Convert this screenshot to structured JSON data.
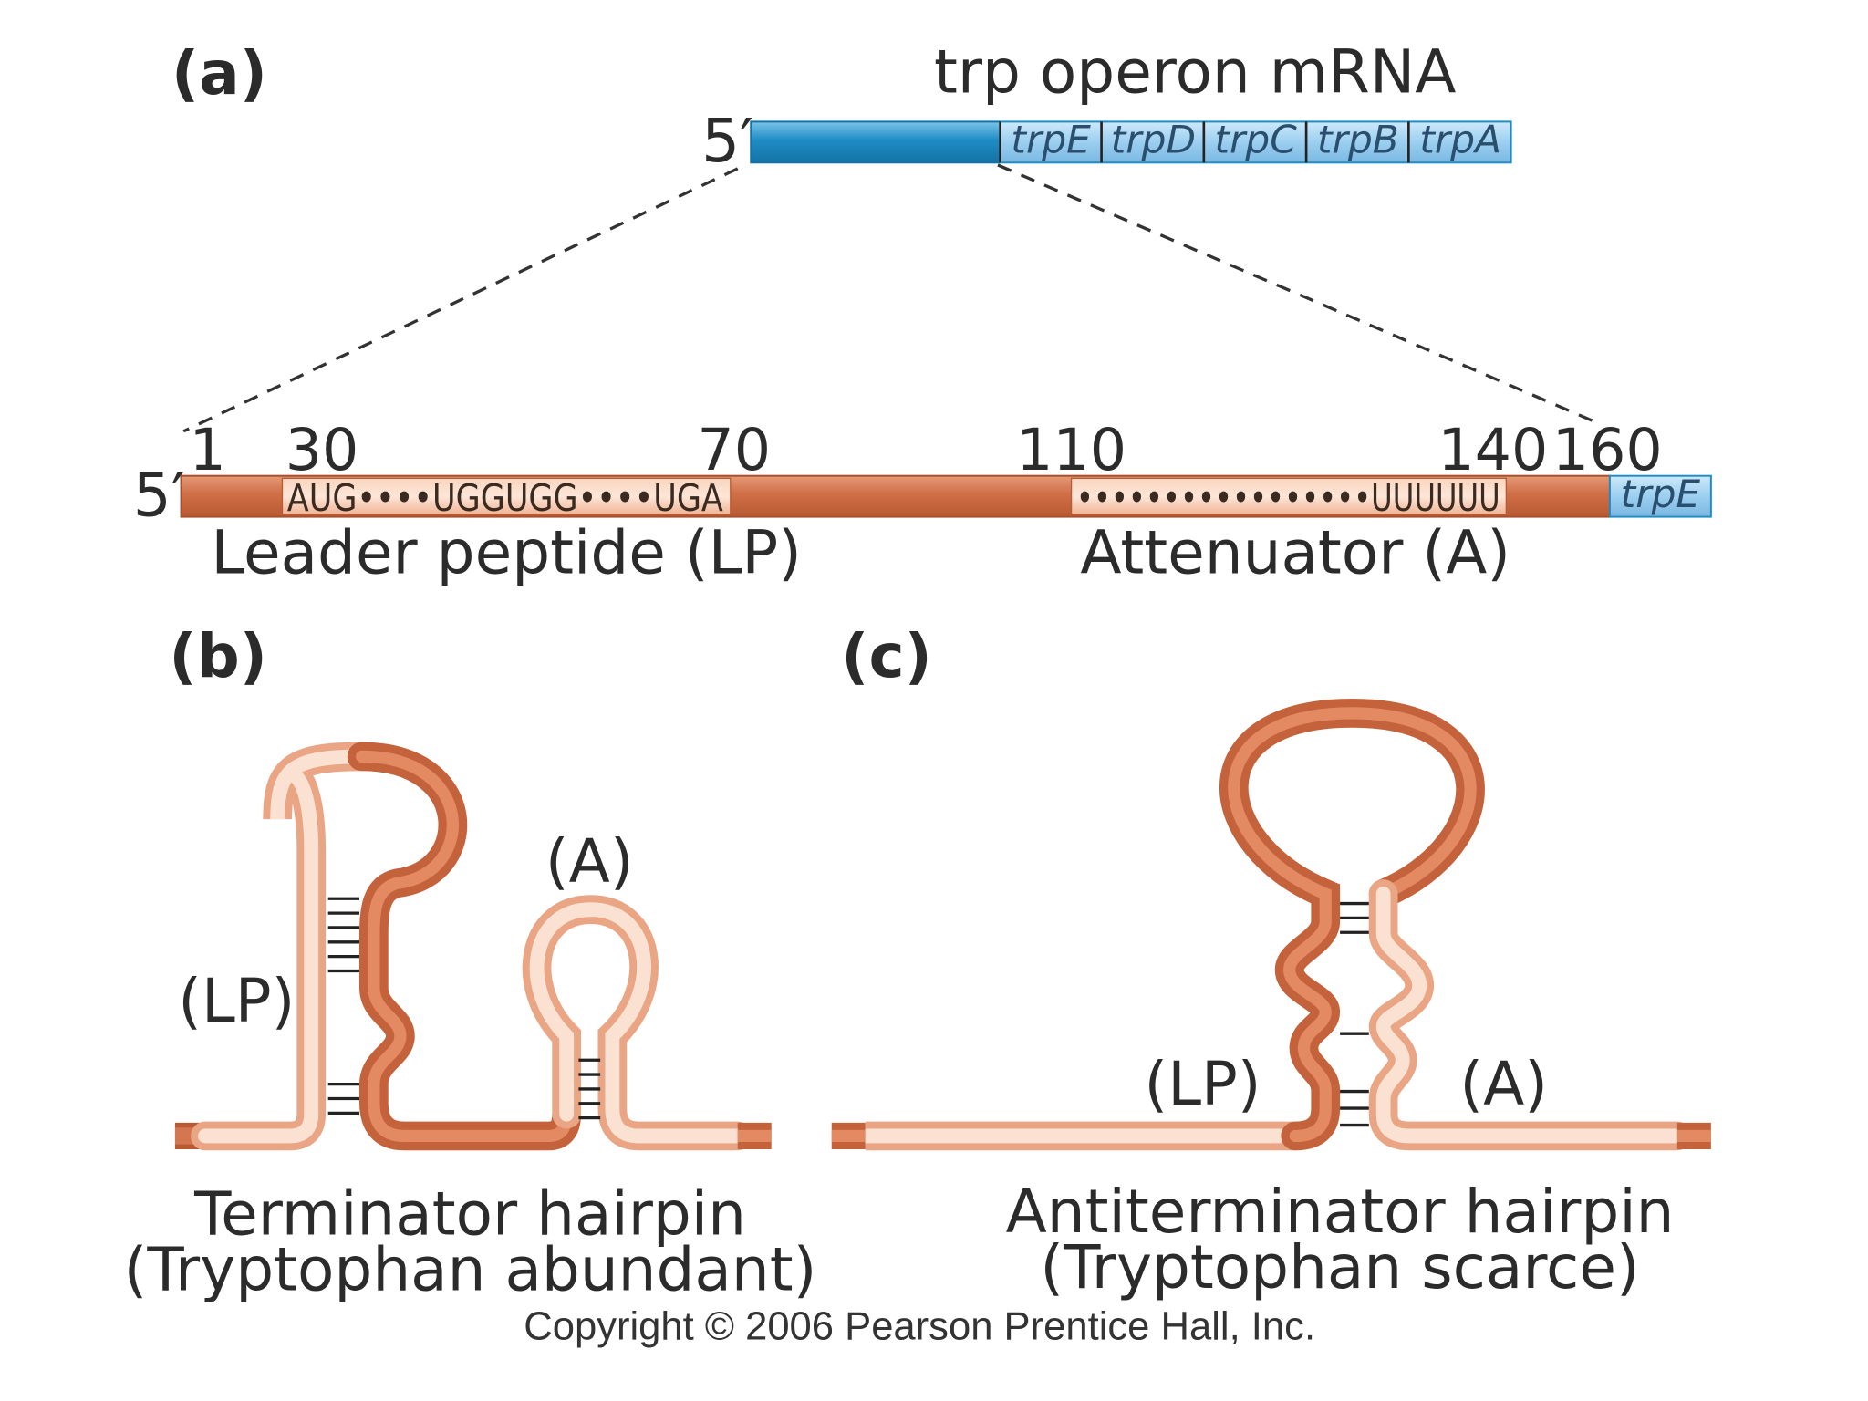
{
  "colors": {
    "dark_orange": "#c8663d",
    "light_orange": "#f3bfa2",
    "light_orange_core": "#fde3d3",
    "blue_dark": "#1f8cc4",
    "blue_light": "#9ccff0",
    "line": "#333333"
  },
  "panel_a": {
    "label": "(a)",
    "title": "trp operon mRNA",
    "five_prime_top": "5′",
    "genes": [
      "trpE",
      "trpD",
      "trpC",
      "trpB",
      "trpA"
    ],
    "five_prime_bottom": "5′",
    "positions": [
      "1",
      "30",
      "70",
      "110",
      "140",
      "160"
    ],
    "lp_sequence": "AUG••••UGGUGG••••UGA",
    "attenuator_sequence": "•••••••••••••••••UUUUUU",
    "trpE_label": "trpE",
    "leader_label": "Leader peptide (LP)",
    "attenuator_label": "Attenuator (A)"
  },
  "panel_b": {
    "label": "(b)",
    "lp_label": "(LP)",
    "a_label": "(A)",
    "caption_line1": "Terminator hairpin",
    "caption_line2": "(Tryptophan abundant)"
  },
  "panel_c": {
    "label": "(c)",
    "lp_label": "(LP)",
    "a_label": "(A)",
    "caption_line1": "Antiterminator hairpin",
    "caption_line2": "(Tryptophan scarce)"
  },
  "copyright": "Copyright © 2006 Pearson Prentice Hall, Inc."
}
